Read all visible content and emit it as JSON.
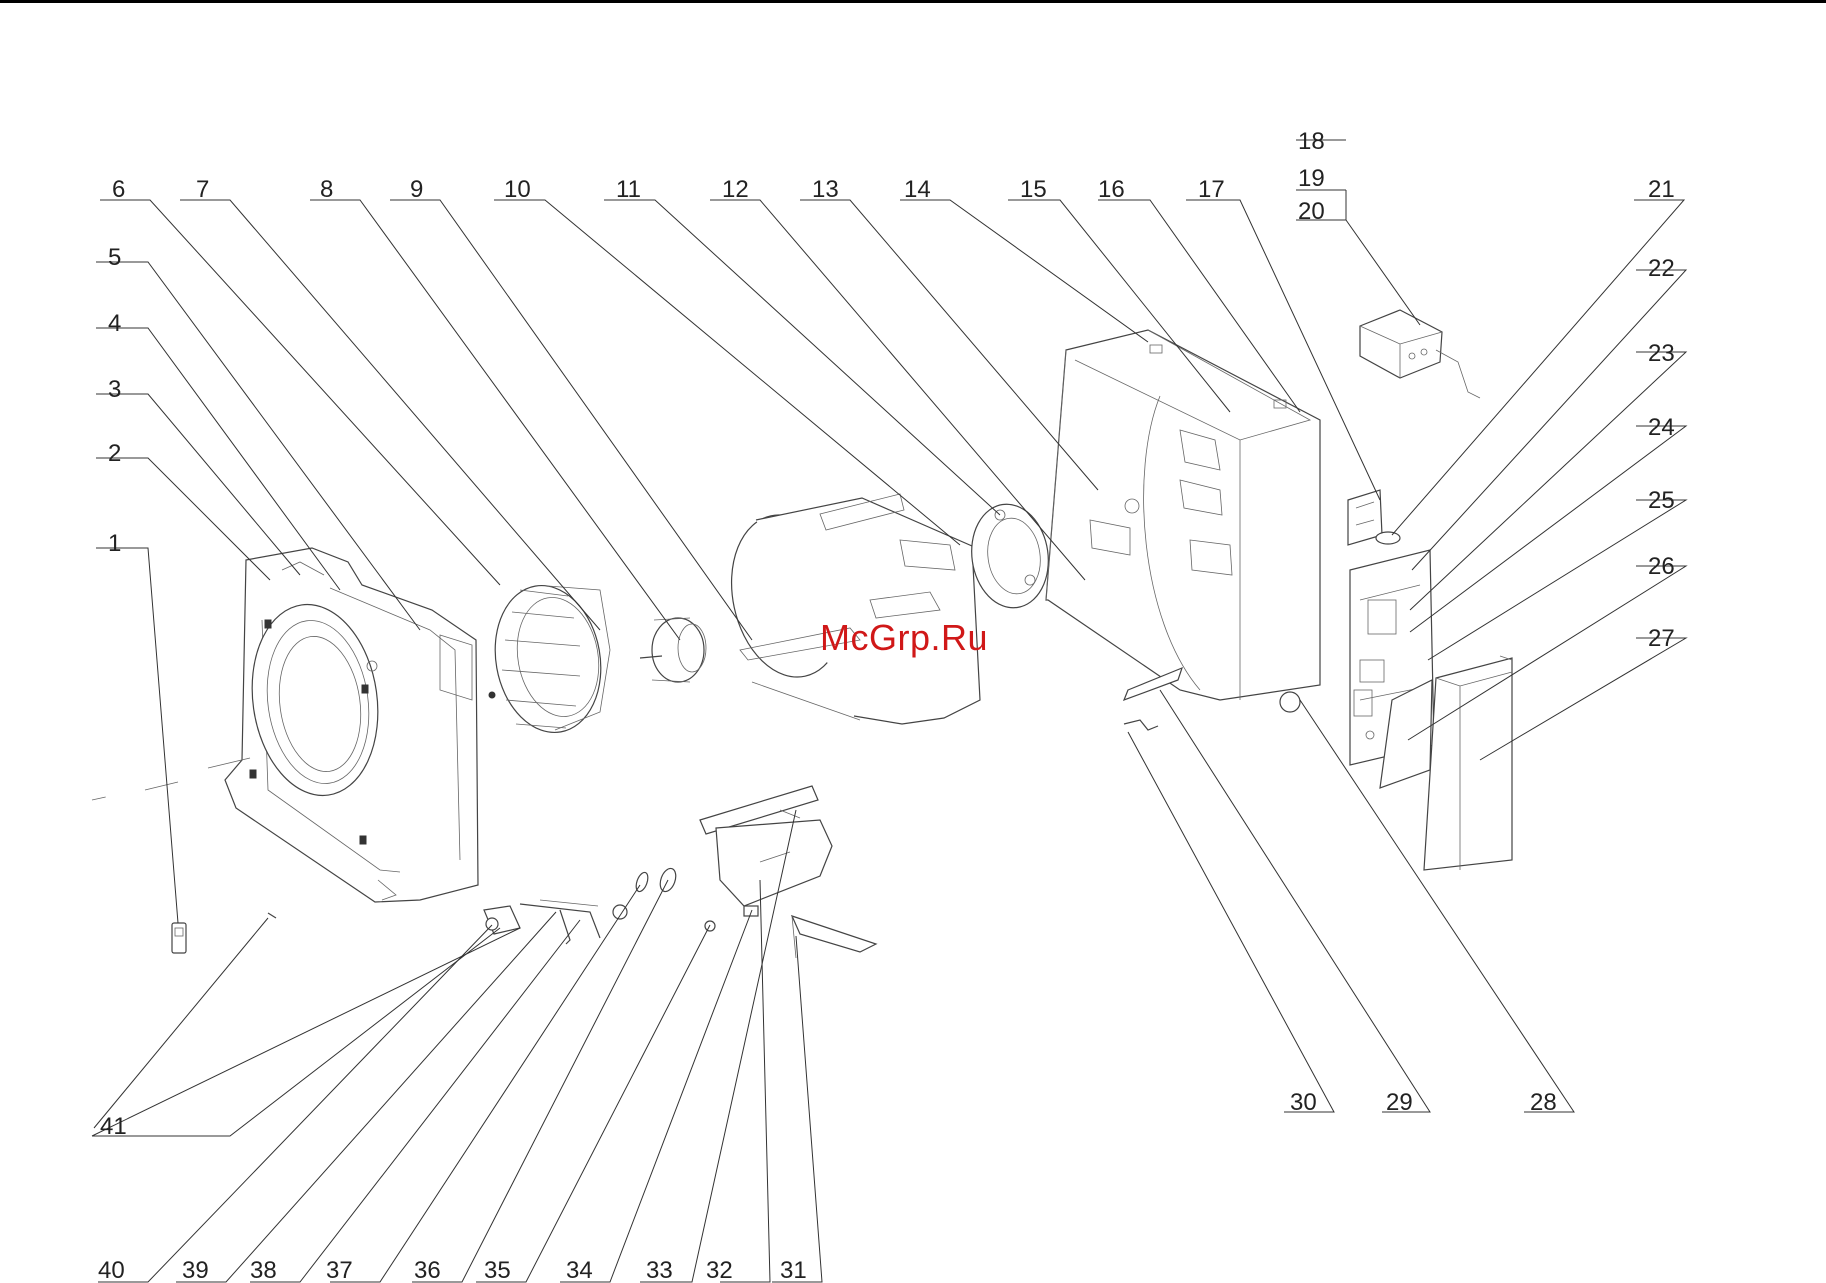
{
  "watermark": "McGrp.Ru",
  "labels": {
    "l1": "1",
    "l2": "2",
    "l3": "3",
    "l4": "4",
    "l5": "5",
    "l6": "6",
    "l7": "7",
    "l8": "8",
    "l9": "9",
    "l10": "10",
    "l11": "11",
    "l12": "12",
    "l13": "13",
    "l14": "14",
    "l15": "15",
    "l16": "16",
    "l17": "17",
    "l18": "18",
    "l19": "19",
    "l20": "20",
    "l21": "21",
    "l22": "22",
    "l23": "23",
    "l24": "24",
    "l25": "25",
    "l26": "26",
    "l27": "27",
    "l28": "28",
    "l29": "29",
    "l30": "30",
    "l31": "31",
    "l32": "32",
    "l33": "33",
    "l34": "34",
    "l35": "35",
    "l36": "36",
    "l37": "37",
    "l38": "38",
    "l39": "39",
    "l40": "40",
    "l41": "41"
  }
}
